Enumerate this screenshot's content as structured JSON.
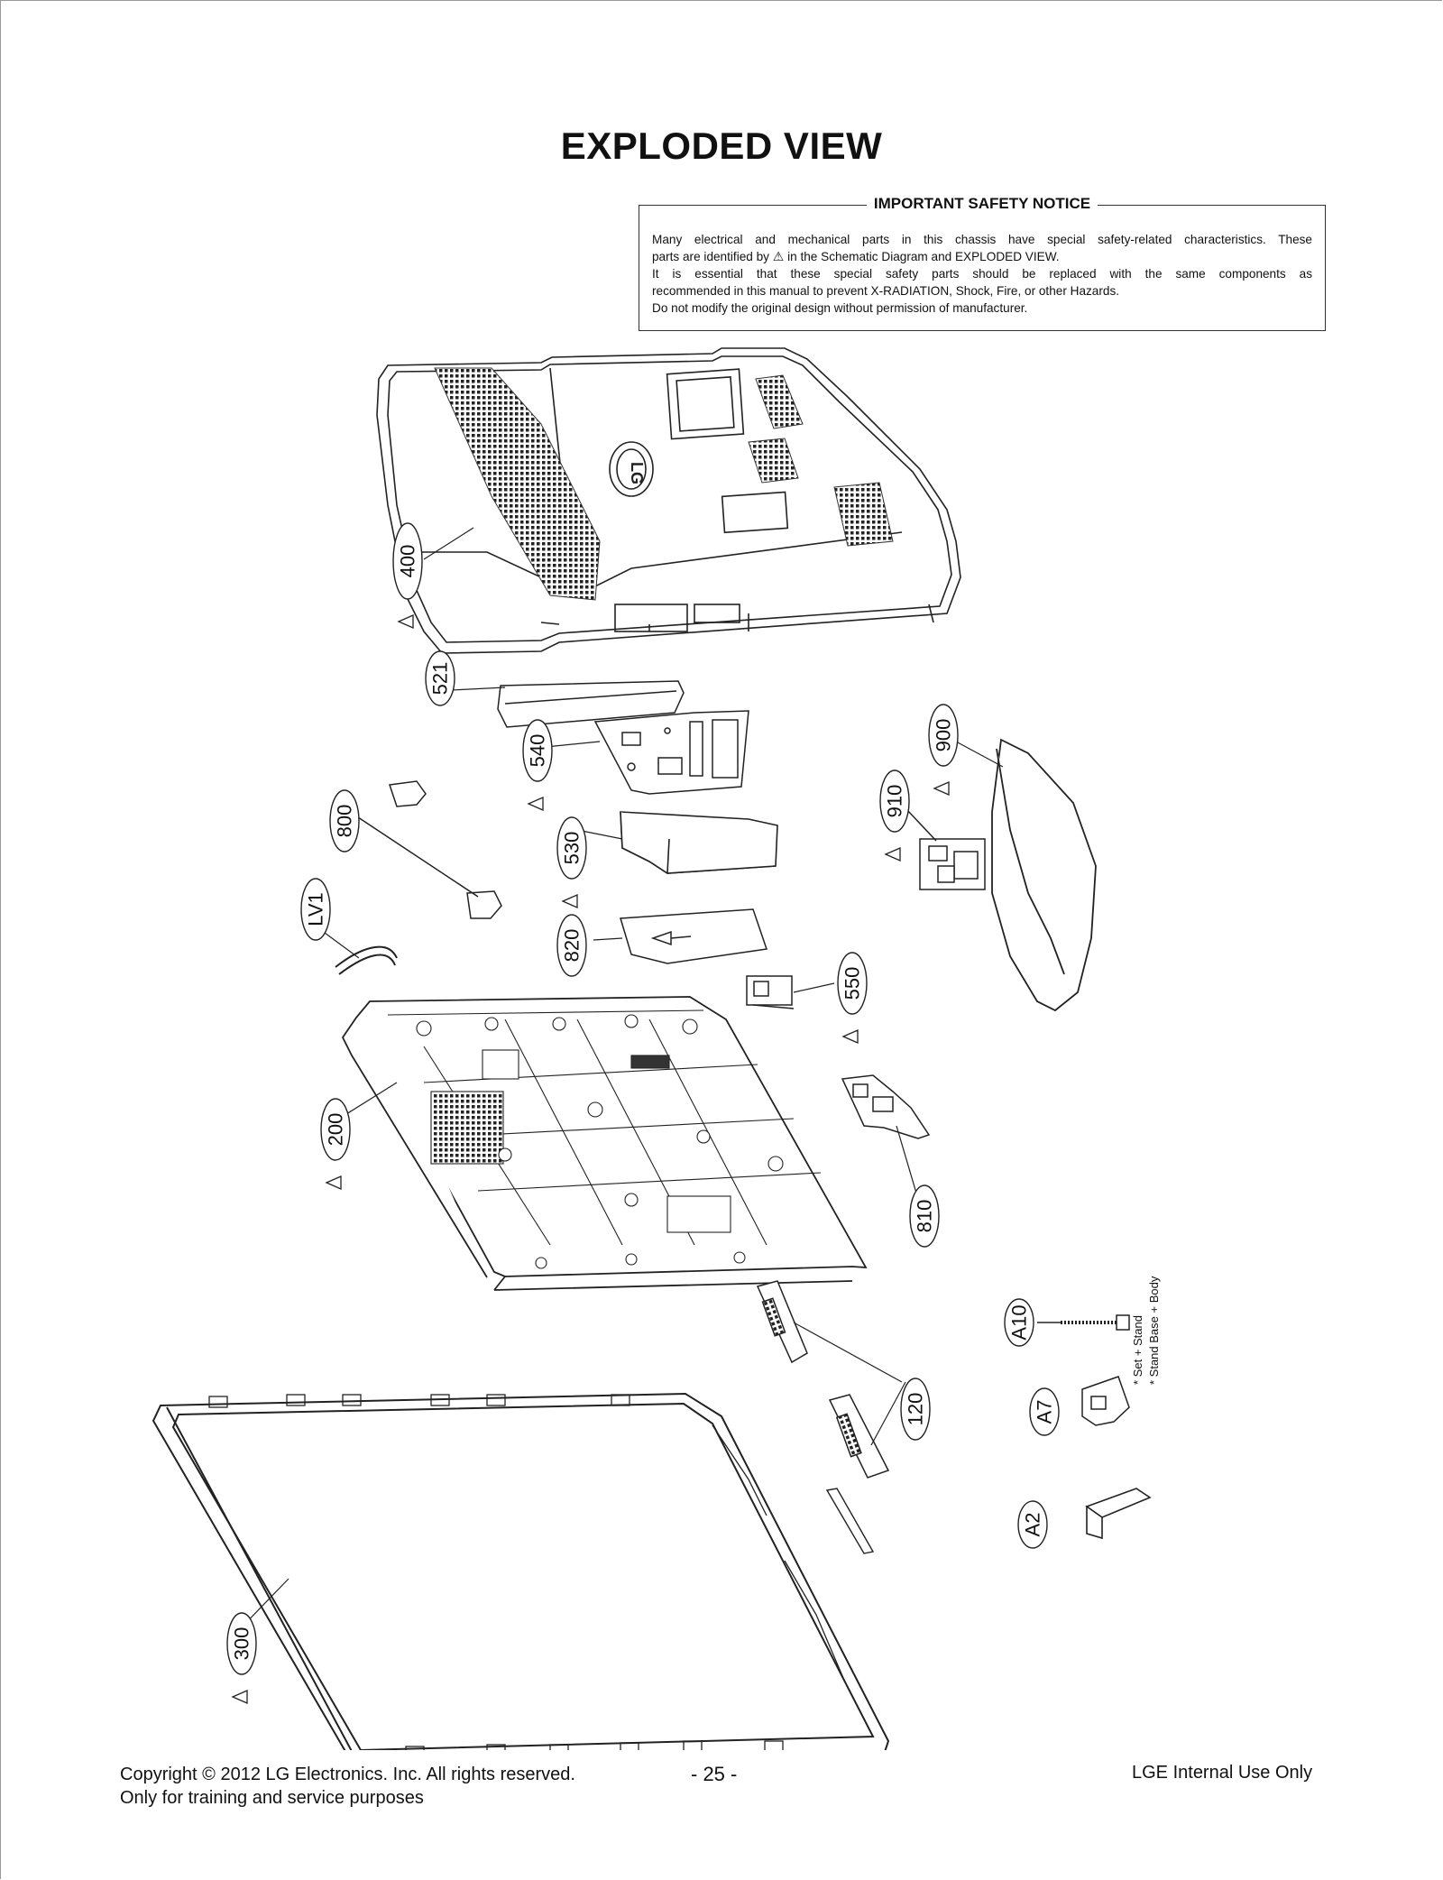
{
  "page_title": "EXPLODED VIEW",
  "safety_notice": {
    "title": "IMPORTANT SAFETY NOTICE",
    "line1": "Many electrical and mechanical parts in this chassis have special safety-related characteristics. These",
    "line2_pre": "parts are identified by",
    "warning_symbol": "⚠",
    "line2_post": "in the Schematic Diagram and EXPLODED VIEW.",
    "line3": "It is essential that these special safety parts should be replaced with the same components as",
    "line4": "recommended in this manual to prevent X-RADIATION, Shock, Fire, or other Hazards.",
    "line5": "Do not modify the original design without permission of manufacturer."
  },
  "parts": [
    {
      "id": "400",
      "safety": true
    },
    {
      "id": "521",
      "safety": false
    },
    {
      "id": "540",
      "safety": true
    },
    {
      "id": "530",
      "safety": true
    },
    {
      "id": "800",
      "safety": false
    },
    {
      "id": "LV1",
      "safety": false
    },
    {
      "id": "820",
      "safety": false
    },
    {
      "id": "550",
      "safety": true
    },
    {
      "id": "900",
      "safety": true
    },
    {
      "id": "910",
      "safety": true
    },
    {
      "id": "200",
      "safety": true
    },
    {
      "id": "810",
      "safety": false
    },
    {
      "id": "A10",
      "safety": false
    },
    {
      "id": "120",
      "safety": false
    },
    {
      "id": "A7",
      "safety": false
    },
    {
      "id": "A2",
      "safety": false
    },
    {
      "id": "300",
      "safety": true
    }
  ],
  "stand_notes": [
    "* Set + Stand",
    "* Stand Base + Body"
  ],
  "back_cover_logo": "LG",
  "footer": {
    "copyright": "Copyright © 2012 LG Electronics. Inc. All rights reserved.",
    "purpose": "Only for training and service purposes",
    "page_number": "- 25 -",
    "internal": "LGE Internal Use Only"
  }
}
